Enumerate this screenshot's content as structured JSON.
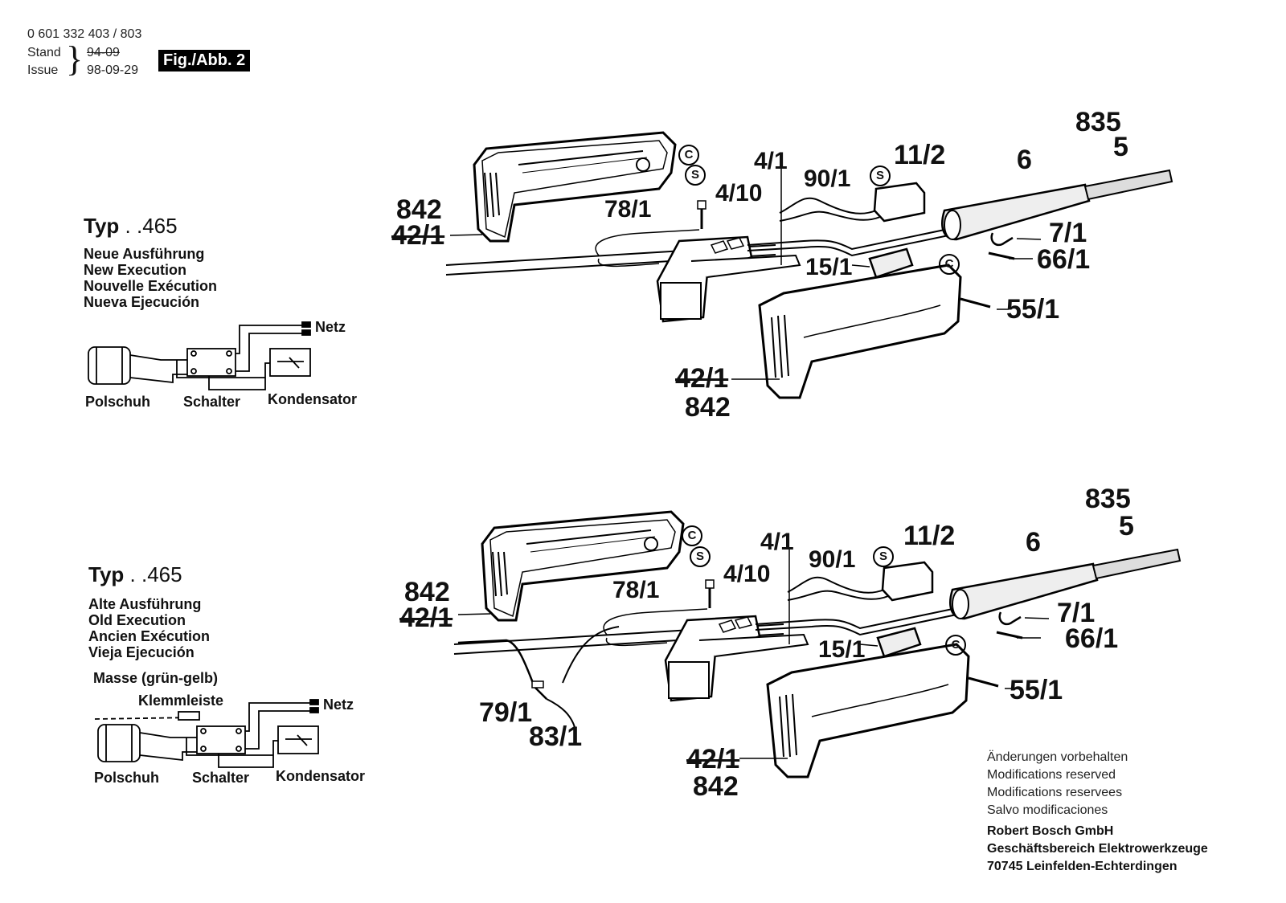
{
  "header": {
    "doc_number": "0 601 332 403 / 803",
    "stand_label": "Stand",
    "issue_label": "Issue",
    "stand_date_struck": "94-09",
    "issue_date": "98-09-29",
    "figure_badge": "Fig./Abb. 2"
  },
  "top_section": {
    "typ_prefix": "Typ",
    "typ_number": ". .465",
    "execution": [
      "Neue Ausführung",
      "New Execution",
      "Nouvelle Exécution",
      "Nueva Ejecución"
    ],
    "schematic": {
      "netz": "Netz",
      "polschuh": "Polschuh",
      "schalter": "Schalter",
      "kondensator": "Kondensator"
    },
    "parts": {
      "p842_upper": "842",
      "p42_1_upper": "42/1",
      "p78_1": "78/1",
      "p4_10": "4/10",
      "p4_1": "4/1",
      "p90_1": "90/1",
      "s_mark": "S",
      "c_mark": "C",
      "p11_2": "11/2",
      "p6": "6",
      "p835": "835",
      "p5": "5",
      "p7_1": "7/1",
      "p66_1": "66/1",
      "p15_1": "15/1",
      "p55_1": "55/1",
      "p42_1_lower": "42/1",
      "p842_lower": "842"
    }
  },
  "bottom_section": {
    "typ_prefix": "Typ",
    "typ_number": ". .465",
    "execution": [
      "Alte Ausführung",
      "Old Execution",
      "Ancien Exécution",
      "Vieja Ejecución"
    ],
    "schematic": {
      "masse": "Masse (grün-gelb)",
      "klemmleiste": "Klemmleiste",
      "netz": "Netz",
      "polschuh": "Polschuh",
      "schalter": "Schalter",
      "kondensator": "Kondensator"
    },
    "parts": {
      "p842_upper": "842",
      "p42_1_upper": "42/1",
      "p78_1": "78/1",
      "p4_10": "4/10",
      "p4_1": "4/1",
      "p90_1": "90/1",
      "s_mark": "S",
      "c_mark": "C",
      "p11_2": "11/2",
      "p6": "6",
      "p835": "835",
      "p5": "5",
      "p7_1": "7/1",
      "p66_1": "66/1",
      "p15_1": "15/1",
      "p55_1": "55/1",
      "p79_1": "79/1",
      "p83_1": "83/1",
      "p42_1_lower": "42/1",
      "p842_lower": "842"
    }
  },
  "footer": {
    "modifications": [
      "Änderungen vorbehalten",
      "Modifications reserved",
      "Modifications reservees",
      "Salvo modificaciones"
    ],
    "company": "Robert Bosch GmbH",
    "division": "Geschäftsbereich Elektrowerkzeuge",
    "address": "70745 Leinfelden-Echterdingen"
  }
}
